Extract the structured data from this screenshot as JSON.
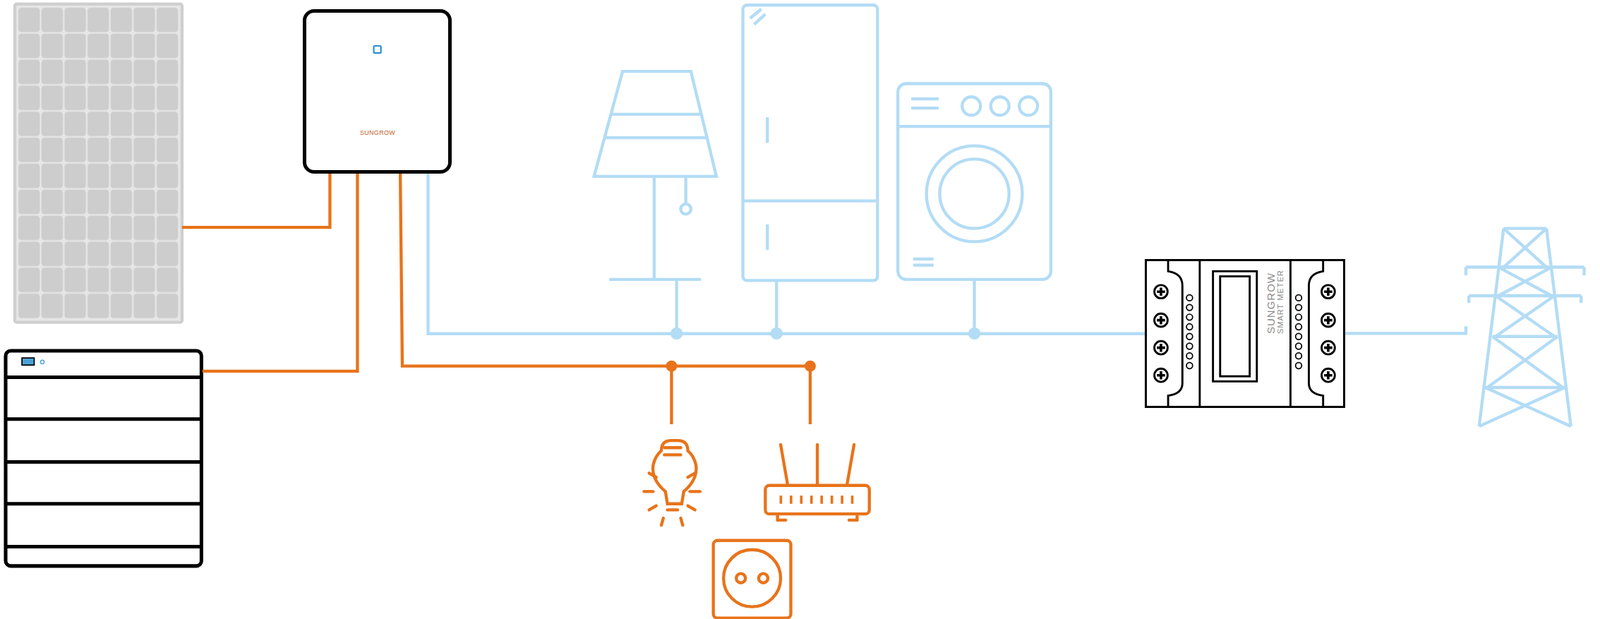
{
  "diagram": {
    "nodes": [
      {
        "text": [
          "SUNGROW"
        ]
      },
      {
        "text": [
          "SUNGROW",
          "SMART METER"
        ]
      }
    ],
    "edges": [
      {
        "from": 0,
        "to": 1,
        "arrow": "none"
      }
    ]
  }
}
